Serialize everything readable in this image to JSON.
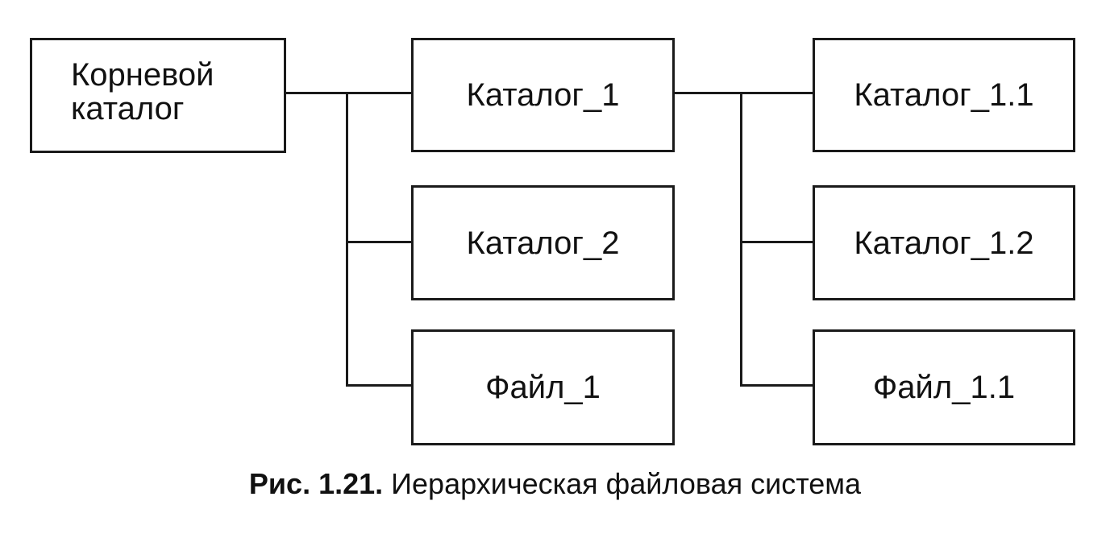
{
  "nodes": {
    "root": "Корневой\nкаталог",
    "catalog_1": "Каталог_1",
    "catalog_2": "Каталог_2",
    "file_1": "Файл_1",
    "catalog_1_1": "Каталог_1.1",
    "catalog_1_2": "Каталог_1.2",
    "file_1_1": "Файл_1.1"
  },
  "caption": {
    "label": "Рис.  1.21.",
    "text": " Иерархическая файловая система"
  }
}
